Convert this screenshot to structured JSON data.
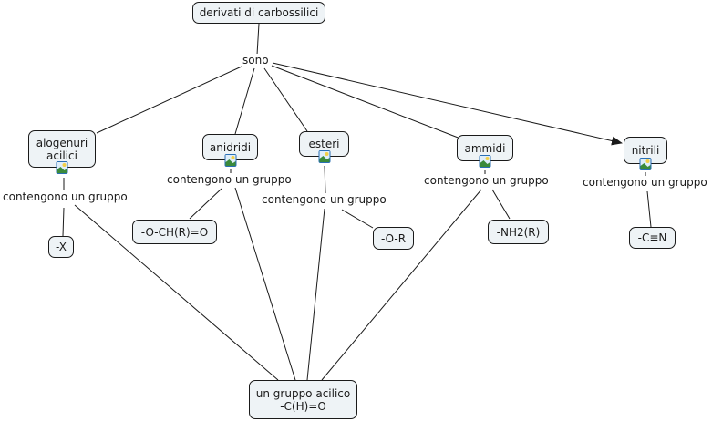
{
  "concept_map": {
    "root": {
      "label": "derivati di carbossilici"
    },
    "root_link": {
      "label": "sono"
    },
    "categories": [
      {
        "id": "alogenuri",
        "label_lines": [
          "alogenuri",
          "acilici"
        ],
        "has_image_icon": true,
        "link_label": "contengono un gruppo",
        "group": "-X"
      },
      {
        "id": "anidridi",
        "label_lines": [
          "anidridi"
        ],
        "has_image_icon": true,
        "link_label": "contengono un  gruppo",
        "group": "-O-CH(R)=O"
      },
      {
        "id": "esteri",
        "label_lines": [
          "esteri"
        ],
        "has_image_icon": true,
        "link_label": "contengono un  gruppo",
        "group": "-O-R"
      },
      {
        "id": "ammidi",
        "label_lines": [
          "ammidi"
        ],
        "has_image_icon": true,
        "link_label": "contengono un  gruppo",
        "group": "-NH2(R)"
      },
      {
        "id": "nitrili",
        "label_lines": [
          "nitrili"
        ],
        "has_image_icon": true,
        "link_label": "contengono un  gruppo",
        "group": "-C≡N"
      }
    ],
    "common_group": {
      "label_lines": [
        "un gruppo acilico",
        "-C(H)=O"
      ]
    },
    "icons": {
      "image_attachment": "image-icon",
      "arrow": "arrow-head-icon"
    },
    "colors": {
      "node_fill": "#eef3f6",
      "node_border": "#1a1a1a",
      "line": "#1a1a1a",
      "icon_border": "#2a6fb5"
    }
  }
}
